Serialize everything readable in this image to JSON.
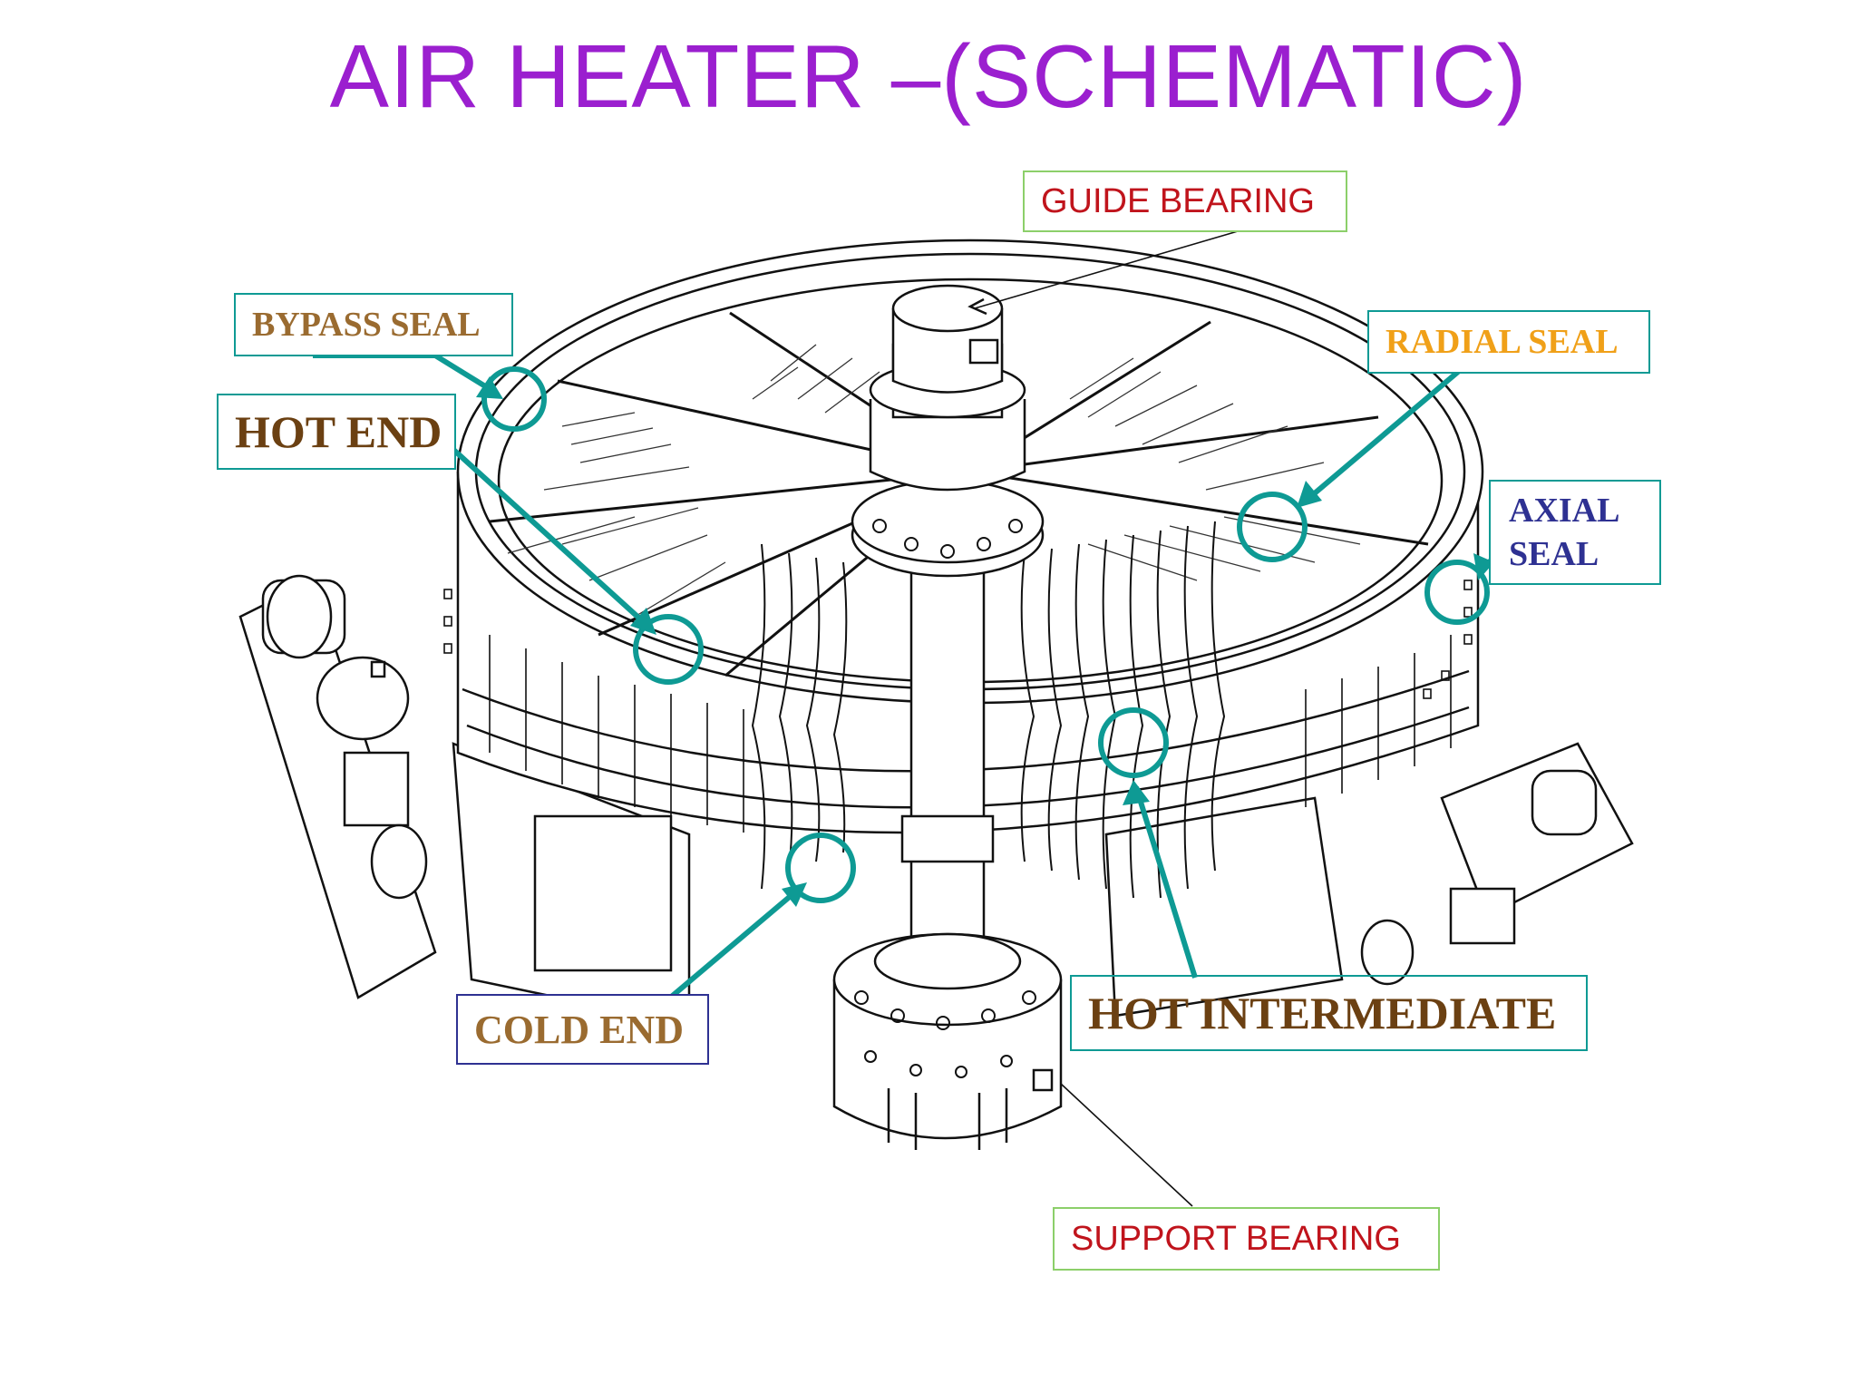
{
  "title": "AIR HEATER –(SCHEMATIC)",
  "colors": {
    "title": "#9b1fcf",
    "callout": "#0e9a94",
    "red_text": "#c0141c",
    "brown_text": "#6b4012",
    "tan_text": "#9a6b30",
    "orange_text": "#f0a018",
    "navy_text": "#2e3192"
  },
  "labels": {
    "guide_bearing": "GUIDE BEARING",
    "bypass_seal": "BYPASS SEAL",
    "radial_seal": "RADIAL SEAL",
    "hot_end": "HOT END",
    "axial_seal": "AXIAL\nSEAL",
    "cold_end": "COLD END",
    "hot_intermediate": "HOT INTERMEDIATE",
    "support_bearing": "SUPPORT BEARING"
  }
}
